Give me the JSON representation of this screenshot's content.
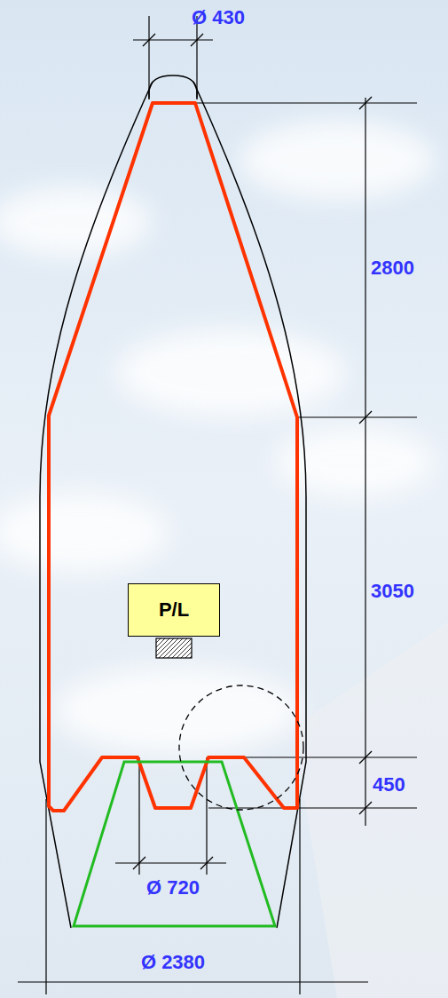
{
  "diagram": {
    "nodes": [
      {
        "text": [
          "P/L"
        ]
      }
    ],
    "labels": [
      "Ø 430",
      "2800",
      "3050",
      "450",
      "Ø 720",
      "Ø 2380"
    ]
  }
}
